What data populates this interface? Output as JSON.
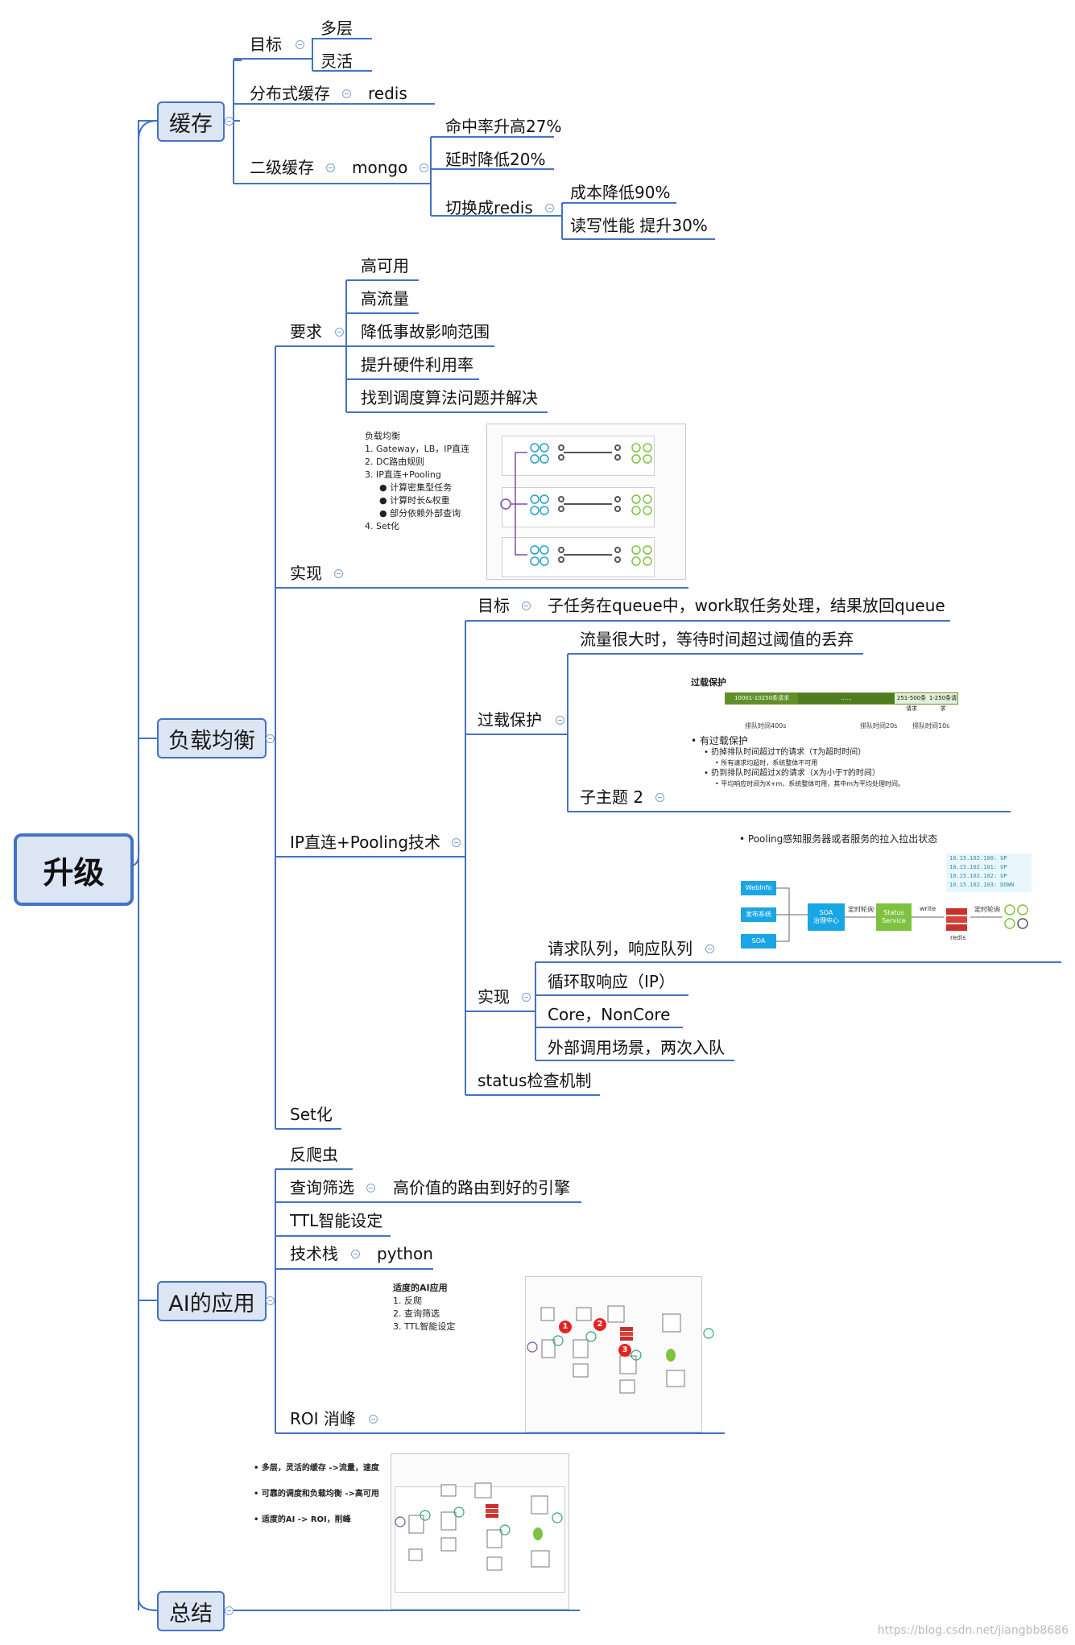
{
  "root": "升级",
  "cache": {
    "title": "缓存",
    "goal": "目标",
    "goal_items": [
      "多层",
      "灵活"
    ],
    "distributed": "分布式缓存",
    "distributed_value": "redis",
    "second": "二级缓存",
    "second_value": "mongo",
    "mongo_items": [
      "命中率升高27%",
      "延时降低20%"
    ],
    "switch": "切换成redis",
    "switch_items": [
      "成本降低90%",
      "读写性能 提升30%"
    ]
  },
  "lb": {
    "title": "负载均衡",
    "req": "要求",
    "req_items": [
      "高可用",
      "高流量",
      "降低事故影响范围",
      "提升硬件利用率",
      "找到调度算法问题并解决"
    ],
    "impl": "实现",
    "impl_note": {
      "title": "负载均衡",
      "items": [
        "1.  Gateway，LB，IP直连",
        "2.  DC路由规则",
        "3.  IP直连+Pooling"
      ],
      "sub": [
        "计算密集型任务",
        "计算时长&权重",
        "部分依赖外部查询"
      ],
      "last": "4.  Set化"
    },
    "ip": "IP直连+Pooling技术",
    "goal": "目标",
    "goal_text": "子任务在queue中，work取任务处理，结果放回queue",
    "overload": "过载保护",
    "overload_text": "流量很大时，等待时间超过阈值的丢弃",
    "subtopic": "子主题 2",
    "overload_note": {
      "title": "过载保护",
      "bar1": "10001-10250条请求",
      "bar2": "......",
      "bar3": "251-500条请求",
      "bar4": "1-250条请求",
      "t1": "排队时间400s",
      "t2": "排队时间20s",
      "t3": "排队时间10s",
      "b1": "• 有过载保护",
      "b2": "• 扔掉排队时间超过T的请求（T为超时时间）",
      "b3": "• 所有请求均超时，系统整体不可用",
      "b4": "• 扔到排队时间超过X的请求（X为小于T的时间）",
      "b5": "• 平均响应时间为X+m，系统整体可用，其中m为平均处理时间。"
    },
    "impl2": "实现",
    "impl2_items": [
      "请求队列，响应队列",
      "循环取响应（IP）",
      "Core，NonCore",
      "外部调用场景，两次入队"
    ],
    "pooling_note": {
      "title": "• Pooling感知服务器或者服务的拉入拉出状态",
      "ips": [
        "10.15.102.100: UP",
        "10.15.102.101: UP",
        "10.15.102.102: UP",
        "10.15.102.103: DOWN"
      ],
      "webinfo": "WebInfo",
      "publish": "发布系统",
      "soa": "SOA",
      "soa_center": "SOA\n治理中心",
      "poll": "定时轮询",
      "status": "Status\nService",
      "write": "write",
      "redis": "redis",
      "poll2": "定时轮询"
    },
    "status": "status检查机制",
    "set": "Set化"
  },
  "ai": {
    "title": "AI的应用",
    "items": [
      "反爬虫",
      "查询筛选",
      "TTL智能设定",
      "技术栈",
      "ROI 消峰"
    ],
    "query_value": "高价值的路由到好的引擎",
    "stack_value": "python",
    "note": {
      "title": "适度的AI应用",
      "items": [
        "1.  反爬",
        "2.  查询筛选",
        "3.  TTL智能设定"
      ]
    }
  },
  "summary": {
    "title": "总结",
    "items": [
      "•  多层，灵活的缓存 ->流量，速度",
      "•  可靠的调度和负载均衡 ->高可用",
      "•  适度的AI -> ROI，削峰"
    ]
  },
  "watermark": "https://blog.csdn.net/jiangbb8686",
  "colors": {
    "line": "#4472c4",
    "hub_fill": "#dbe5f3"
  }
}
